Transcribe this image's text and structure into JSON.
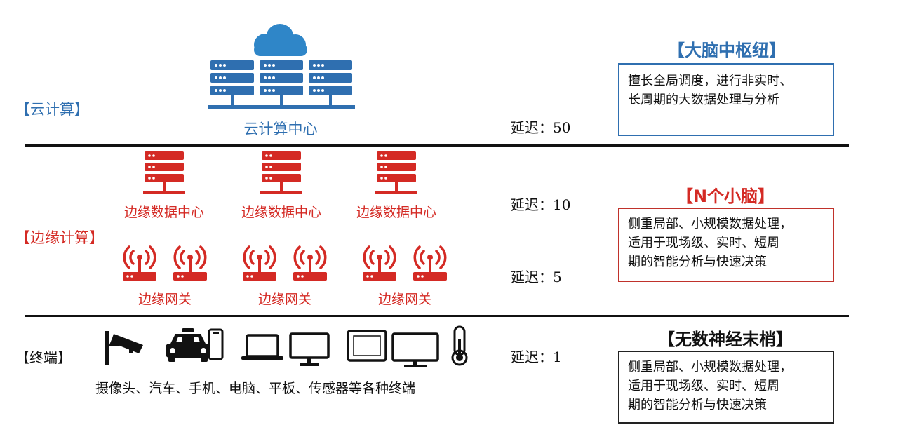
{
  "cloud_layer": {
    "label": "【云计算】",
    "center_label": "云计算中心",
    "latency": "延迟：50",
    "side_title": "【大脑中枢纽】",
    "description": [
      "擅长全局调度，进行非实时、",
      "长周期的大数据处理与分析"
    ]
  },
  "edge_layer": {
    "label": "【边缘计算】",
    "datacenters": [
      "边缘数据中心",
      "边缘数据中心",
      "边缘数据中心"
    ],
    "gateways": [
      "边缘网关",
      "边缘网关",
      "边缘网关"
    ],
    "latency_datacenter": "延迟：10",
    "latency_gateway": "延迟：5",
    "side_title": "【N个小脑】",
    "description": [
      "侧重局部、小规模数据处理，",
      "适用于现场级、实时、短周",
      "期的智能分析与快速决策"
    ]
  },
  "terminal_layer": {
    "label": "【终端】",
    "devices_caption": "摄像头、汽车、手机、电脑、平板、传感器等各种终端",
    "device_icons": [
      "camera-icon",
      "car-icon",
      "phone-icon",
      "laptop-icon",
      "monitor-icon",
      "tablet-icon",
      "monitor-icon",
      "thermometer-icon"
    ],
    "latency": "延迟：1",
    "side_title": "【无数神经末梢】",
    "description": [
      "侧重局部、小规模数据处理，",
      "适用于现场级、实时、短周",
      "期的智能分析与快速决策"
    ]
  },
  "colors": {
    "cloud_blue": "#2f6fb0",
    "edge_red": "#d42a24",
    "terminal_black": "#111111"
  }
}
